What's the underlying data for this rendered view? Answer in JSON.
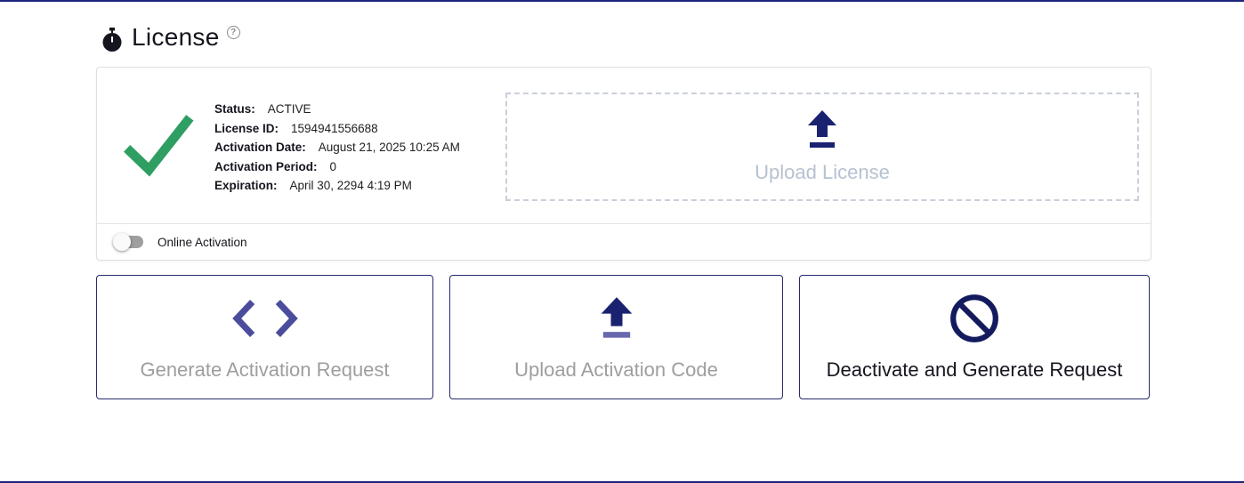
{
  "page": {
    "title": "License",
    "help_badge": "?"
  },
  "license_card": {
    "status_icon": "green-checkmark-icon",
    "fields": [
      {
        "label": "Status:",
        "value": "ACTIVE"
      },
      {
        "label": "License ID:",
        "value": "1594941556688"
      },
      {
        "label": "Activation Date:",
        "value": "August 21, 2025 10:25 AM"
      },
      {
        "label": "Activation Period:",
        "value": "0"
      },
      {
        "label": "Expiration:",
        "value": "April 30, 2294 4:19 PM"
      }
    ],
    "dropzone": {
      "icon": "upload-icon",
      "label": "Upload License"
    },
    "toggle": {
      "label": "Online Activation",
      "state": "off"
    }
  },
  "actions": [
    {
      "icon": "code-brackets-icon",
      "label": "Generate Activation Request"
    },
    {
      "icon": "upload-icon",
      "label": "Upload Activation Code"
    },
    {
      "icon": "ban-icon",
      "label": "Deactivate and Generate Request"
    }
  ],
  "colors": {
    "accent_navy": "#1a2270",
    "edge_line": "#1a237e",
    "check_green": "#2f9e63",
    "bracket_purple": "#4c4c9d",
    "muted_label": "#9e9e9e",
    "dropzone_text": "#b6c1d2",
    "card_border": "#272b6e"
  }
}
